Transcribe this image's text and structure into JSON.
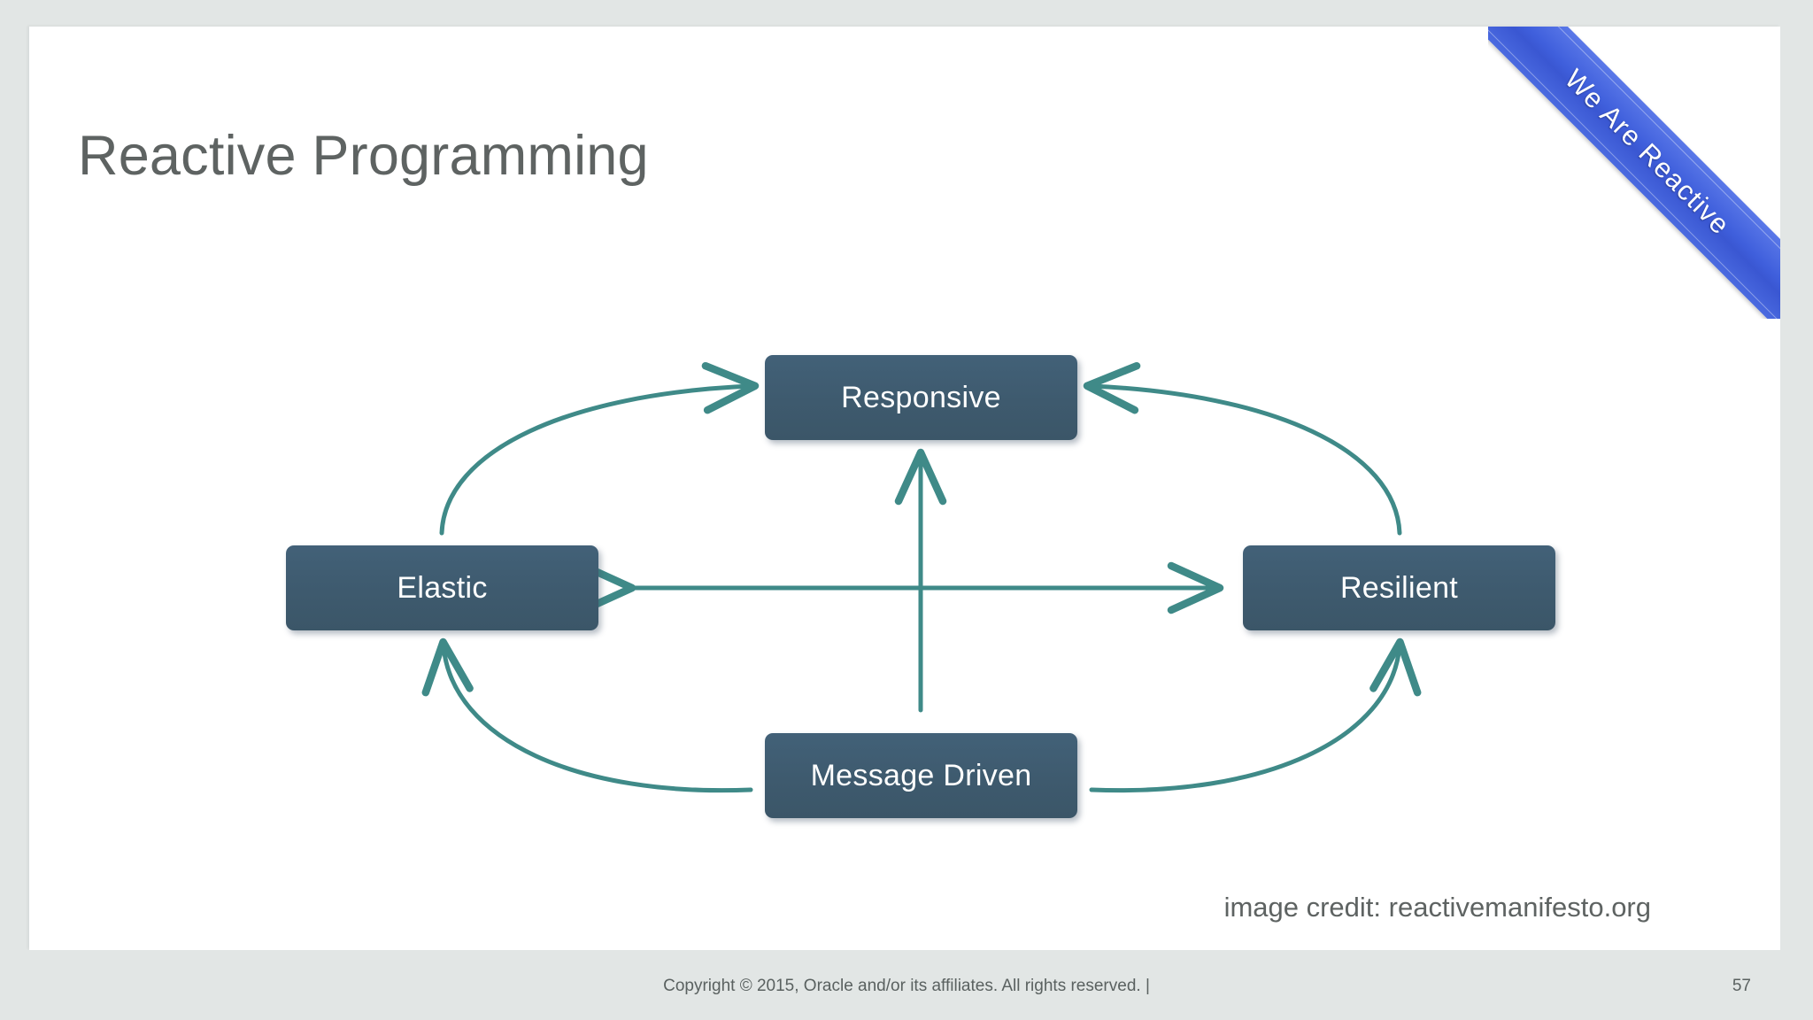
{
  "slide": {
    "title": "Reactive Programming",
    "background_color": "#ffffff",
    "page_background_color": "#e2e6e5"
  },
  "ribbon": {
    "label": "We Are Reactive",
    "color": "#3f5fdc",
    "text_color": "#ffffff"
  },
  "diagram": {
    "node_fill_color": "#3e5a6e",
    "node_text_color": "#ffffff",
    "arrow_color": "#3f8a88",
    "nodes": [
      {
        "id": "responsive",
        "label": "Responsive"
      },
      {
        "id": "elastic",
        "label": "Elastic"
      },
      {
        "id": "resilient",
        "label": "Resilient"
      },
      {
        "id": "message-driven",
        "label": "Message Driven"
      }
    ],
    "connections": [
      {
        "from": "elastic",
        "to": "responsive",
        "style": "curved",
        "direction": "one-way"
      },
      {
        "from": "resilient",
        "to": "responsive",
        "style": "curved",
        "direction": "one-way"
      },
      {
        "from": "message-driven",
        "to": "responsive",
        "style": "straight",
        "direction": "one-way"
      },
      {
        "from": "message-driven",
        "to": "elastic",
        "style": "curved",
        "direction": "one-way"
      },
      {
        "from": "message-driven",
        "to": "resilient",
        "style": "curved",
        "direction": "one-way"
      },
      {
        "from": "elastic",
        "to": "resilient",
        "style": "straight",
        "direction": "two-way"
      }
    ]
  },
  "credit": {
    "text": "image credit: reactivemanifesto.org"
  },
  "footer": {
    "copyright": "Copyright © 2015, Oracle and/or its affiliates. All rights reserved.  |",
    "page_number": "57"
  }
}
